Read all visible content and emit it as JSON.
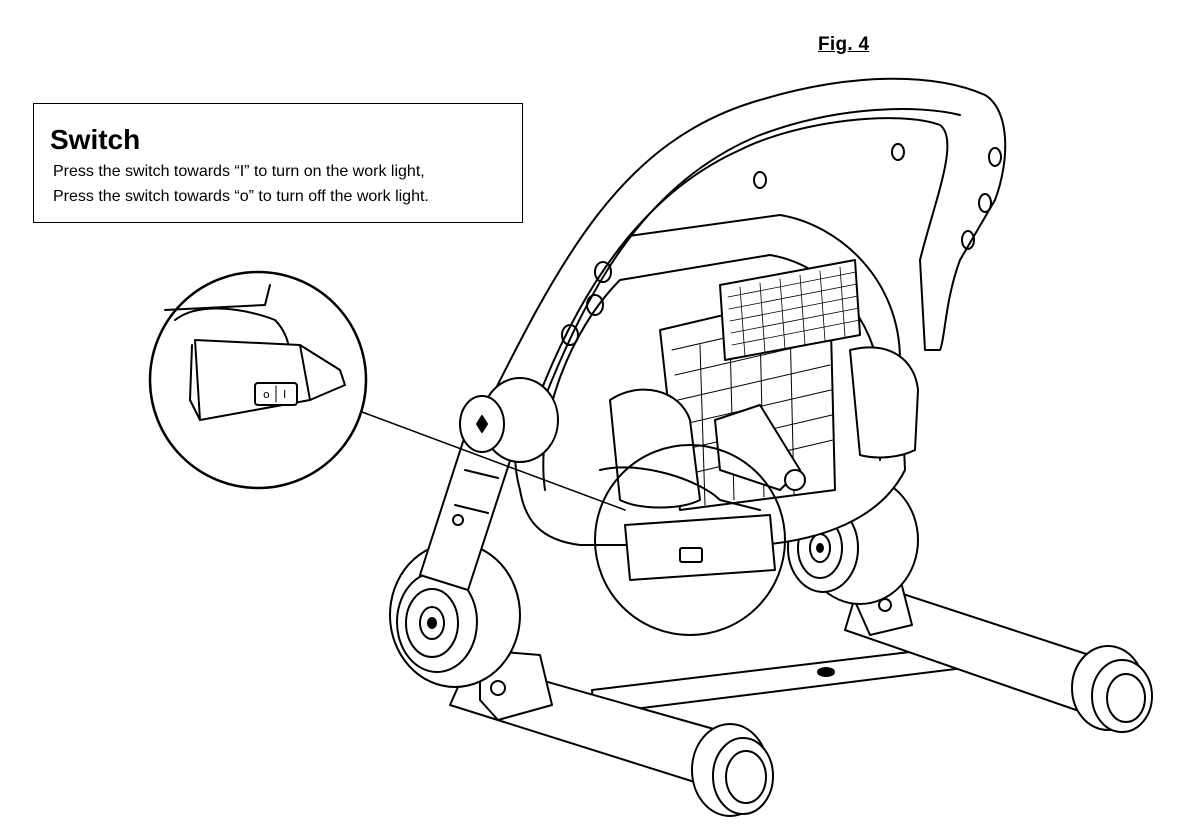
{
  "figure": {
    "label": "Fig. 4"
  },
  "callout": {
    "title": "Switch",
    "lines": [
      "Press the switch towards “I” to turn on the work light,",
      "Press the switch towards “o” to turn off the work light."
    ]
  },
  "switch_markings": {
    "off": "o",
    "on": "I"
  }
}
